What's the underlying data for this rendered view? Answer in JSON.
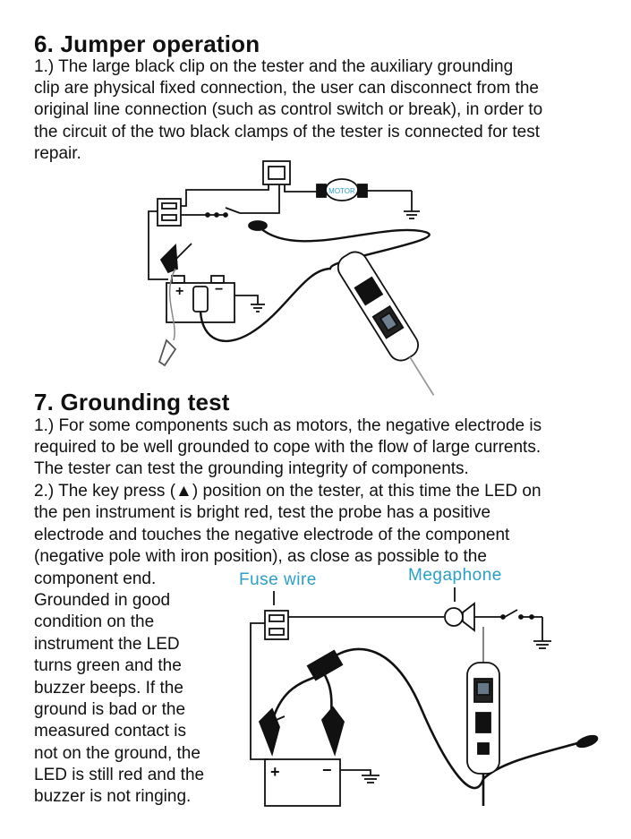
{
  "section6": {
    "title": "6. Jumper operation",
    "lines": [
      "1.) The large black clip on the tester and the auxiliary grounding",
      "clip are physical fixed connection, the user can disconnect from the",
      "original line connection (such as control switch or break), in order to",
      "the circuit of the two black clamps of the tester is connected for test",
      "repair."
    ],
    "diagram": {
      "motor_label": "MOTOR",
      "plus": "+",
      "minus": "−"
    }
  },
  "section7": {
    "title": "7. Grounding test",
    "lines": [
      "1.) For some components such as motors, the negative electrode is",
      "required to be well grounded to cope with the flow of large currents.",
      "The tester can test the grounding integrity of components.",
      "2.) The key press (▲) position on the tester, at this time the LED on",
      "the pen instrument is bright red, test the probe has a positive",
      "electrode and touches the negative electrode of the component",
      "(negative pole with iron position), as close as possible to the"
    ],
    "side_lines": [
      "component end.",
      "Grounded in good",
      "condition on the",
      "instrument the LED",
      "turns green and the",
      "buzzer beeps. If the",
      "ground is bad or the",
      "measured contact is",
      "not on the ground, the",
      "LED is still red and the",
      "buzzer is not ringing."
    ],
    "diagram": {
      "fuse_label": "Fuse wire",
      "megaphone_label": "Megaphone",
      "plus": "+",
      "minus": "−"
    }
  }
}
